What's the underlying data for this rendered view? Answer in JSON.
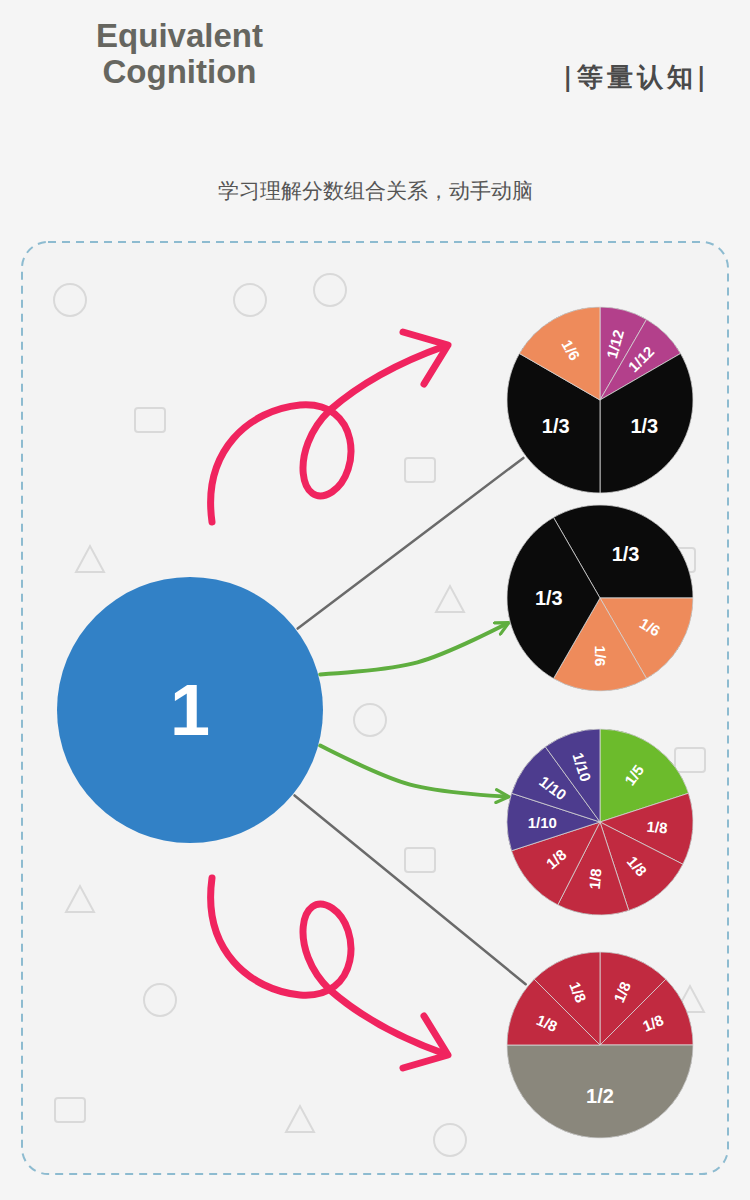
{
  "diagram": {
    "title": "Equivalent Cognition",
    "caption": "学习理解分数组合关系，动手动脑",
    "nodes": [
      {
        "text": [
          "1"
        ]
      },
      {
        "text": []
      },
      {
        "text": [
          "1/12"
        ],
        "in": 1
      },
      {
        "text": [
          "1/12"
        ],
        "in": 1
      },
      {
        "text": [
          "1/3"
        ],
        "in": 1
      },
      {
        "text": [
          "1/3"
        ],
        "in": 1
      },
      {
        "text": [
          "1/6"
        ],
        "in": 1
      },
      {
        "text": []
      },
      {
        "text": [
          "1/3"
        ],
        "in": 7
      },
      {
        "text": [
          "1/6"
        ],
        "in": 7
      },
      {
        "text": [
          "1/6"
        ],
        "in": 7
      },
      {
        "text": [
          "1/3"
        ],
        "in": 7
      },
      {
        "text": []
      },
      {
        "text": [
          "1/5"
        ],
        "in": 12
      },
      {
        "text": [
          "1/8"
        ],
        "in": 12
      },
      {
        "text": [
          "1/8"
        ],
        "in": 12
      },
      {
        "text": [
          "1/8"
        ],
        "in": 12
      },
      {
        "text": [
          "1/8"
        ],
        "in": 12
      },
      {
        "text": [
          "1/10"
        ],
        "in": 12
      },
      {
        "text": [
          "1/10"
        ],
        "in": 12
      },
      {
        "text": [
          "1/10"
        ],
        "in": 12
      },
      {
        "text": []
      },
      {
        "text": [
          "1/8"
        ],
        "in": 21
      },
      {
        "text": [
          "1/8"
        ],
        "in": 21
      },
      {
        "text": [
          "1/2"
        ],
        "in": 21
      },
      {
        "text": [
          "1/8"
        ],
        "in": 21
      },
      {
        "text": [
          "1/8"
        ],
        "in": 21
      }
    ],
    "edges": [
      {
        "from": 0,
        "to": 1,
        "arrow": "none"
      },
      {
        "from": 0,
        "to": 7,
        "arrow": "to"
      },
      {
        "from": 0,
        "to": 12,
        "arrow": "to"
      },
      {
        "from": 0,
        "to": 21,
        "arrow": "none"
      }
    ],
    "labels": [
      "|等量认知|"
    ]
  }
}
